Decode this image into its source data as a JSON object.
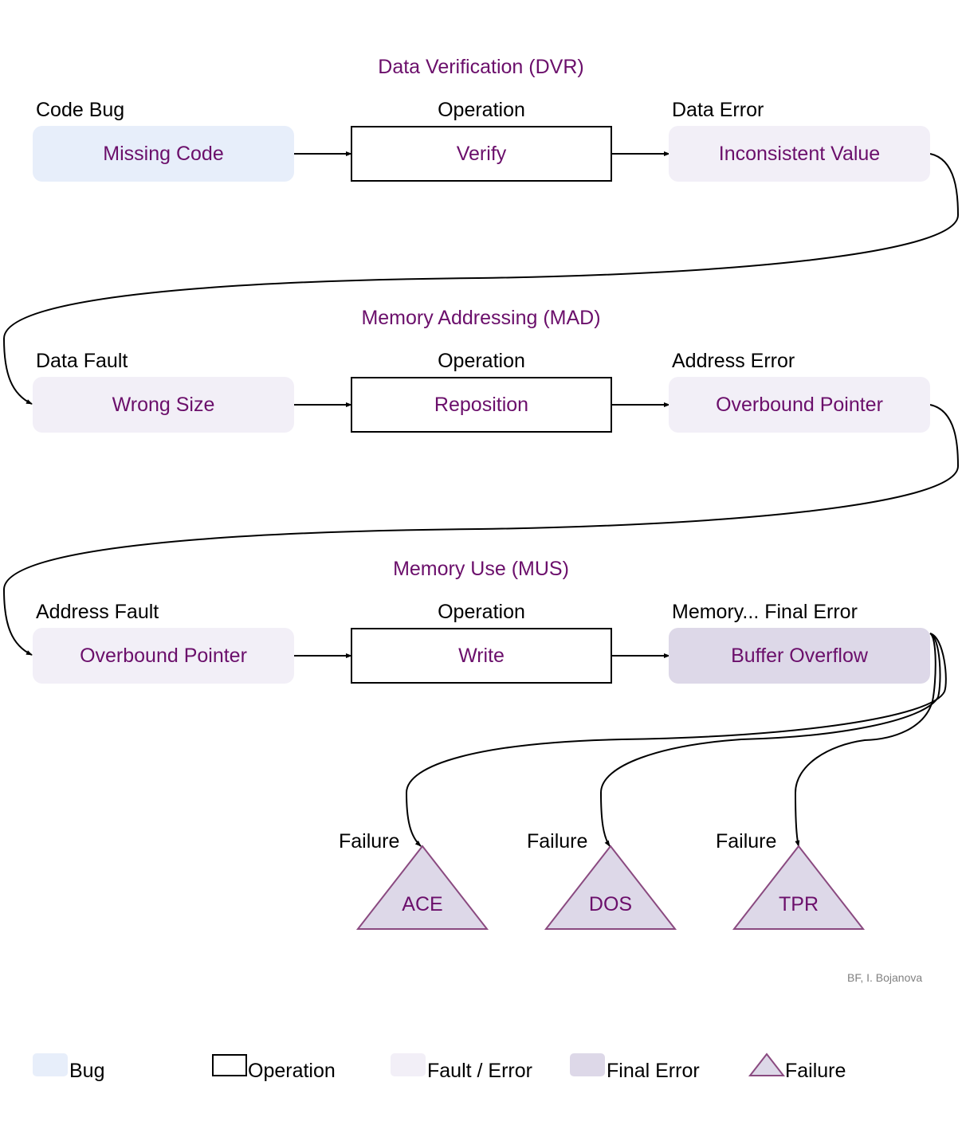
{
  "colors": {
    "accent_text": "#6b0f6b",
    "bug_fill": "#e7eefa",
    "fault_fill": "#f2eff7",
    "final_fill": "#ddd8e8",
    "failure_stroke": "#8a4a80"
  },
  "sections": [
    {
      "title": "Data Verification (DVR)",
      "cause": {
        "role": "Code Bug",
        "label": "Missing Code",
        "kind": "bug"
      },
      "operation": {
        "role": "Operation",
        "label": "Verify"
      },
      "result": {
        "role": "Data Error",
        "label": "Inconsistent Value",
        "kind": "fault"
      }
    },
    {
      "title": "Memory Addressing (MAD)",
      "cause": {
        "role": "Data Fault",
        "label": "Wrong Size",
        "kind": "fault"
      },
      "operation": {
        "role": "Operation",
        "label": "Reposition"
      },
      "result": {
        "role": "Address Error",
        "label": "Overbound Pointer",
        "kind": "fault"
      }
    },
    {
      "title": "Memory Use (MUS)",
      "cause": {
        "role": "Address Fault",
        "label": "Overbound Pointer",
        "kind": "fault"
      },
      "operation": {
        "role": "Operation",
        "label": "Write"
      },
      "result": {
        "role": "Memory... Final Error",
        "label": "Buffer Overflow",
        "kind": "final"
      }
    }
  ],
  "failures": [
    {
      "role": "Failure",
      "label": "ACE"
    },
    {
      "role": "Failure",
      "label": "DOS"
    },
    {
      "role": "Failure",
      "label": "TPR"
    }
  ],
  "credit": "BF, I. Bojanova",
  "legend": [
    {
      "label": "Bug",
      "shape": "rounded-square-bug"
    },
    {
      "label": "Operation",
      "shape": "outlined-square"
    },
    {
      "label": "Fault / Error",
      "shape": "rounded-square-fault"
    },
    {
      "label": "Final Error",
      "shape": "rounded-square-final"
    },
    {
      "label": "Failure",
      "shape": "triangle"
    }
  ]
}
